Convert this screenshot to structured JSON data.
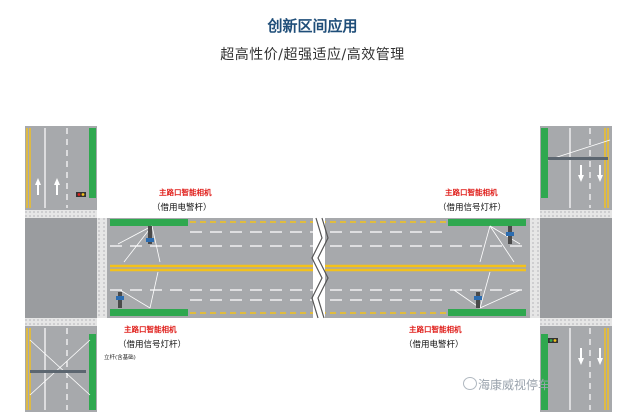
{
  "header": {
    "title": "创新区间应用",
    "subtitle": "超高性价/超强适应/高效管理"
  },
  "labels": {
    "top_left_title": "主路口智能相机",
    "top_left_sub": "（借用电警杆）",
    "top_right_title": "主路口智能相机",
    "top_right_sub": "（借用信号灯杆）",
    "bottom_left_title": "主路口智能相机",
    "bottom_left_sub": "（借用信号灯杆）",
    "bottom_right_title": "主路口智能相机",
    "bottom_right_sub": "（借用电警杆）",
    "pole_note": "立杆(含基础)"
  },
  "watermark": {
    "text": "海康威视停车"
  },
  "colors": {
    "road": "#a7a9ac",
    "crosswalk": "#e6e6e6",
    "green_strip": "#2fa84f",
    "yellow_line": "#f4c21b",
    "label_red": "#e0211d",
    "title_blue": "#1f4e79"
  }
}
